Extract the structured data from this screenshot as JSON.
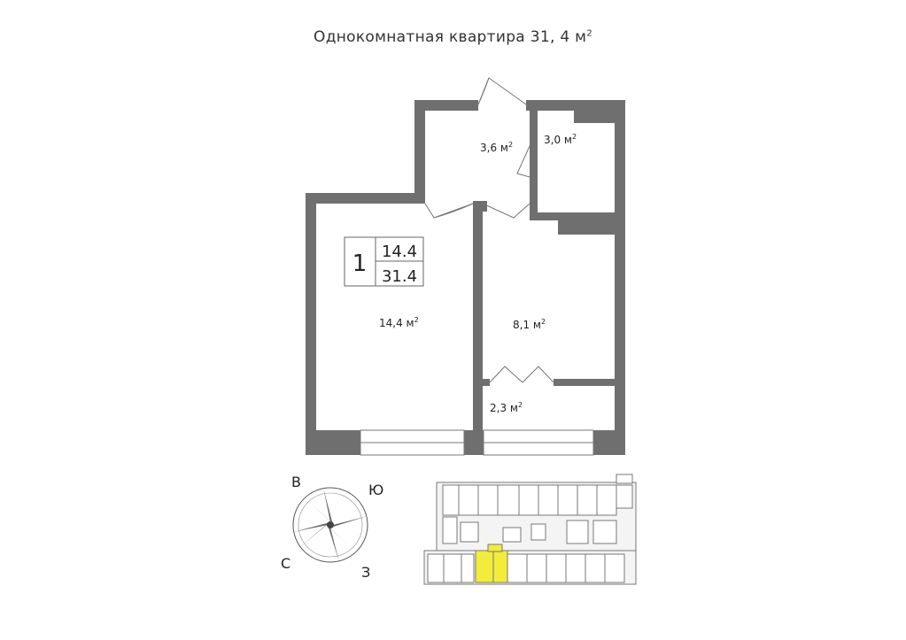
{
  "title": {
    "text": "Однокомнатная квартира 31, 4 м",
    "sup": "2"
  },
  "badge": {
    "rooms": "1",
    "living_area": "14.4",
    "total_area": "31.4"
  },
  "rooms": {
    "living": "14,4 м",
    "kitchen": "8,1 м",
    "hall": "3,6 м",
    "bath": "3,0 м",
    "balcony": "2,3 м",
    "unit_sup": "2"
  },
  "compass": {
    "north_west": "В",
    "south_east": "Ю",
    "south_west": "С",
    "east": "З"
  },
  "colors": {
    "wall": "#6f6f6f",
    "room_fill": "#ffffff",
    "highlight": "#f3ec3a",
    "line": "#555555"
  },
  "icons": {
    "compass": "compass-rose-icon",
    "building": "building-floorplan-icon"
  }
}
